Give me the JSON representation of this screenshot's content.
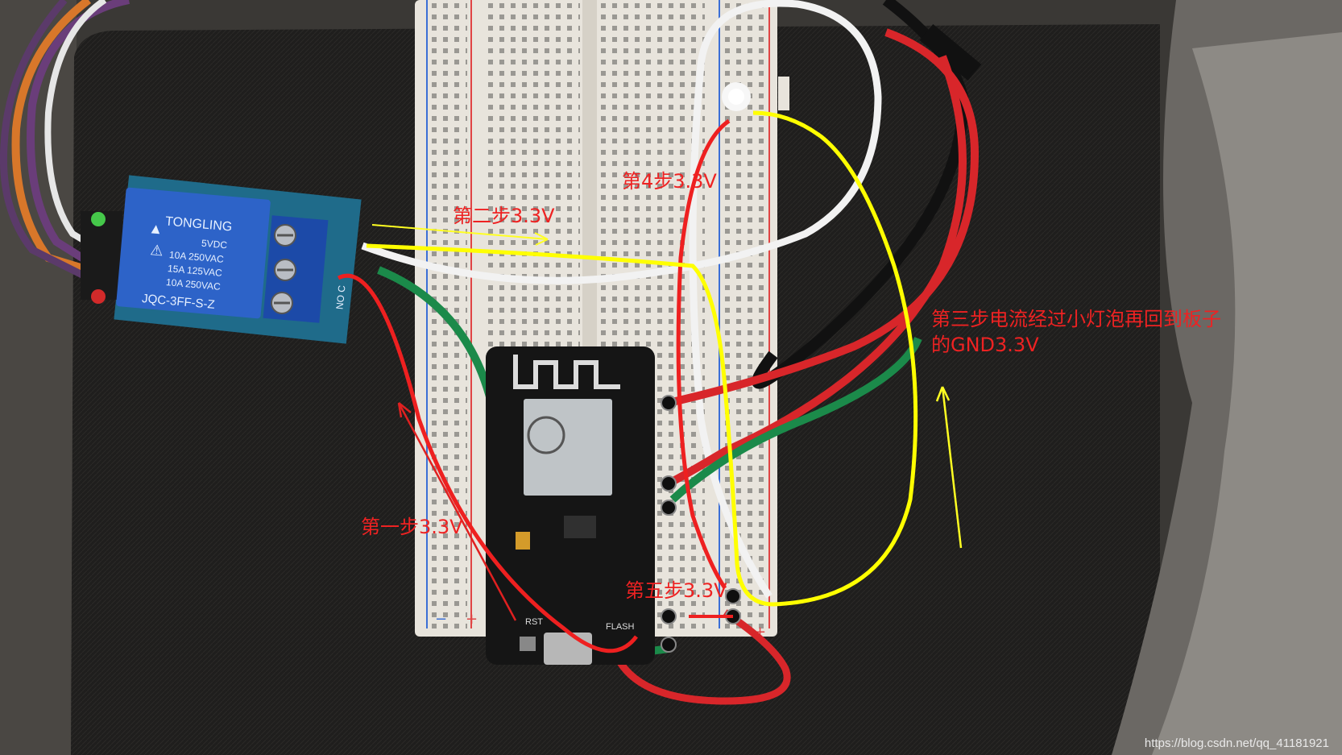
{
  "annotations": {
    "step1": "第一步3.3V",
    "step2": "第二步3.3V",
    "step3_line1": "第三步电流经过小灯泡再回到板子",
    "step3_line2": "的GND3.3V",
    "step4": "第4步3.3V",
    "step5": "第五步3.3V"
  },
  "relay": {
    "brand": "TONGLING",
    "voltage": "5VDC",
    "rating1": "10A 250VAC",
    "rating2": "15A 125VAC",
    "rating3": "10A 250VAC",
    "model": "JQC-3FF-S-Z",
    "terminal_label": "NO C"
  },
  "nodemcu": {
    "reset_label": "RST",
    "flash_label": "FLASH"
  },
  "watermark": "https://blog.csdn.net/qq_41181921",
  "colors": {
    "background": "#232221",
    "breadboard": "#e8e4dc",
    "relay_blue": "#2d63c8",
    "annotation_red": "#ee2222",
    "annotation_yellow": "#ffff00",
    "wire_red": "#d8262a",
    "wire_green": "#1b8a4a",
    "wire_white": "#f2f2f2"
  }
}
